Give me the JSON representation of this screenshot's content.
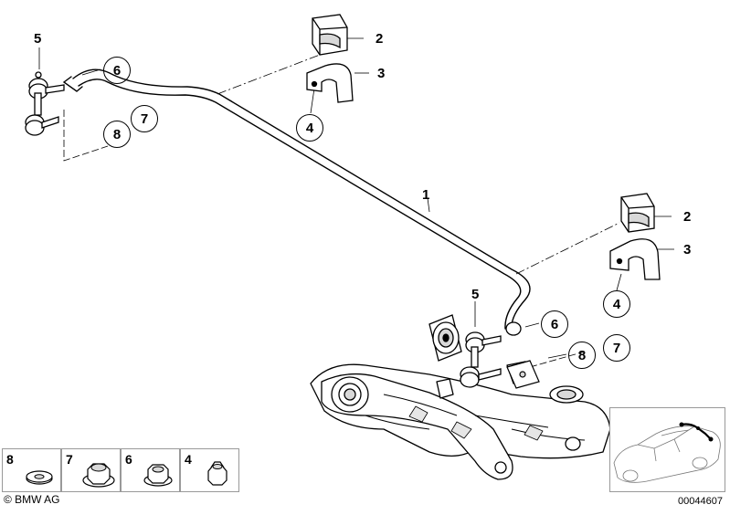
{
  "callouts": {
    "c1": "1",
    "c2_top": "2",
    "c3_top": "3",
    "c4_top": "4",
    "c5_left": "5",
    "c6_left": "6",
    "c7_left": "7",
    "c8_left": "8",
    "c2_right": "2",
    "c3_right": "3",
    "c4_right": "4",
    "c5_center": "5",
    "c6_center": "6",
    "c7_right": "7",
    "c8_right": "8"
  },
  "legend": [
    {
      "num": "8",
      "icon": "washer-icon"
    },
    {
      "num": "7",
      "icon": "collar-nut-icon"
    },
    {
      "num": "6",
      "icon": "hex-nut-icon"
    },
    {
      "num": "4",
      "icon": "self-locking-nut-icon"
    }
  ],
  "footer": {
    "copyright": "© BMW AG",
    "catalog_number": "00044607"
  },
  "colors": {
    "line": "#000000",
    "fill": "#ffffff",
    "shade": "#d8d8d8",
    "frame": "#999999"
  }
}
